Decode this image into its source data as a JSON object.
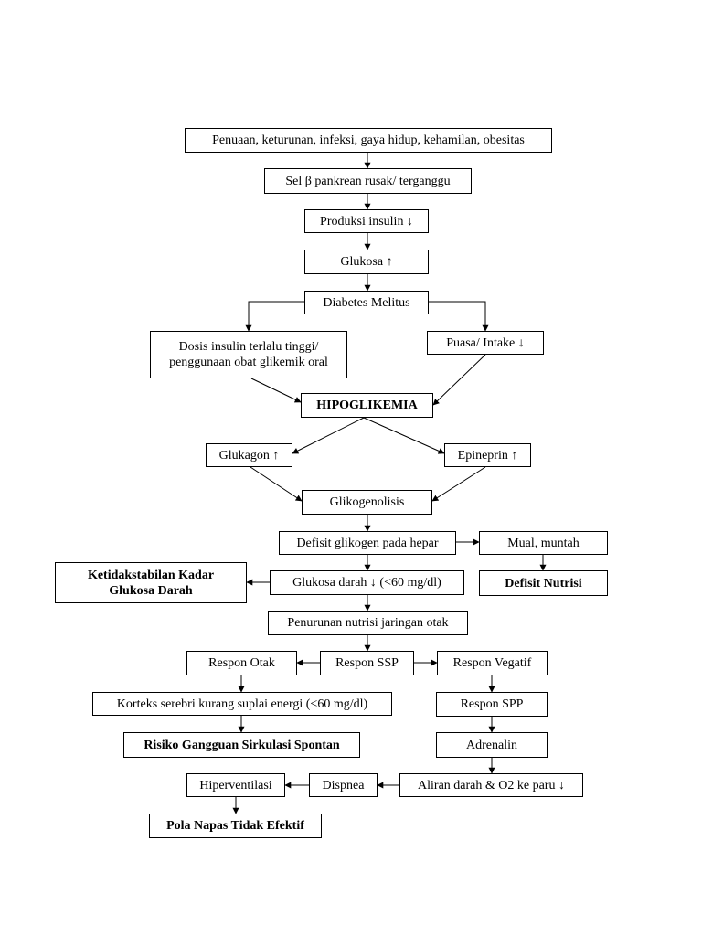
{
  "nodes": {
    "causes": "Penuaan, keturunan, infeksi, gaya hidup, kehamilan, obesitas",
    "beta_cell": "Sel β pankrean rusak/ terganggu",
    "insulin_production": "Produksi insulin ↓",
    "glucose_up": "Glukosa ↑",
    "diabetes": "Diabetes Melitus",
    "insulin_dose": "Dosis insulin terlalu tinggi/\npenggunaan obat glikemik oral",
    "fasting": "Puasa/ Intake ↓",
    "hypoglycemia": "HIPOGLIKEMIA",
    "glucagon": "Glukagon ↑",
    "epinephrine": "Epineprin ↑",
    "glycogenolysis": "Glikogenolisis",
    "glycogen_deficit": "Defisit glikogen pada hepar",
    "nausea": "Mual, muntah",
    "glucose_instability": "Ketidakstabilan Kadar\nGlukosa Darah",
    "blood_glucose": "Glukosa darah ↓ (<60 mg/dl)",
    "nutrition_deficit": "Defisit Nutrisi",
    "brain_nutrition": "Penurunan nutrisi jaringan otak",
    "brain_response": "Respon Otak",
    "cns_response": "Respon SSP",
    "vegetative_response": "Respon Vegatif",
    "cortex": "Korteks serebri kurang suplai energi (<60 mg/dl)",
    "pns_response": "Respon SPP",
    "circulation_risk": "Risiko Gangguan Sirkulasi Spontan",
    "adrenaline": "Adrenalin",
    "hyperventilation": "Hiperventilasi",
    "dyspnea": "Dispnea",
    "blood_flow": "Aliran darah & O2 ke paru ↓",
    "breathing_pattern": "Pola Napas Tidak Efektif"
  }
}
